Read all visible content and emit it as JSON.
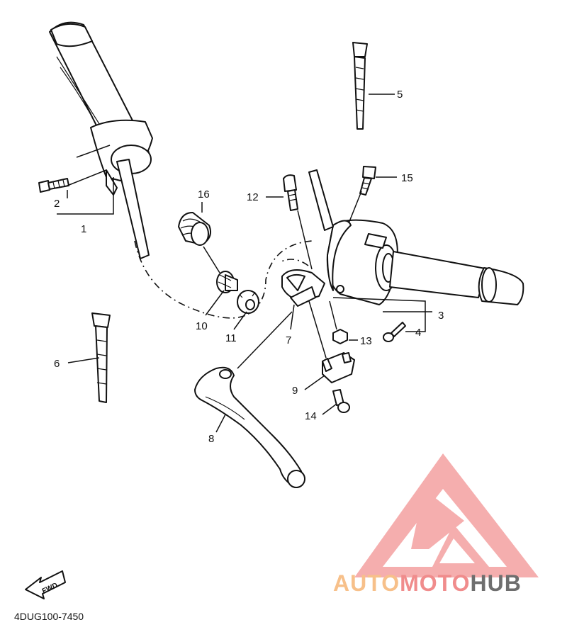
{
  "diagram": {
    "code": "4DUG100-7450",
    "callouts": [
      "1",
      "2",
      "3",
      "4",
      "5",
      "6",
      "7",
      "8",
      "9",
      "10",
      "11",
      "12",
      "13",
      "14",
      "15",
      "16"
    ],
    "direction_arrow": {
      "label": "FWD",
      "icon": "fwd-arrow-icon"
    }
  },
  "watermark": {
    "brand_part1": "AUTO",
    "brand_part2": "MOTO",
    "brand_part3": "HUB",
    "colors": {
      "part1": "#f7c08a",
      "part2": "#f08c8c",
      "part3": "#6e6e6e",
      "logo": "#f4a0a0"
    }
  }
}
